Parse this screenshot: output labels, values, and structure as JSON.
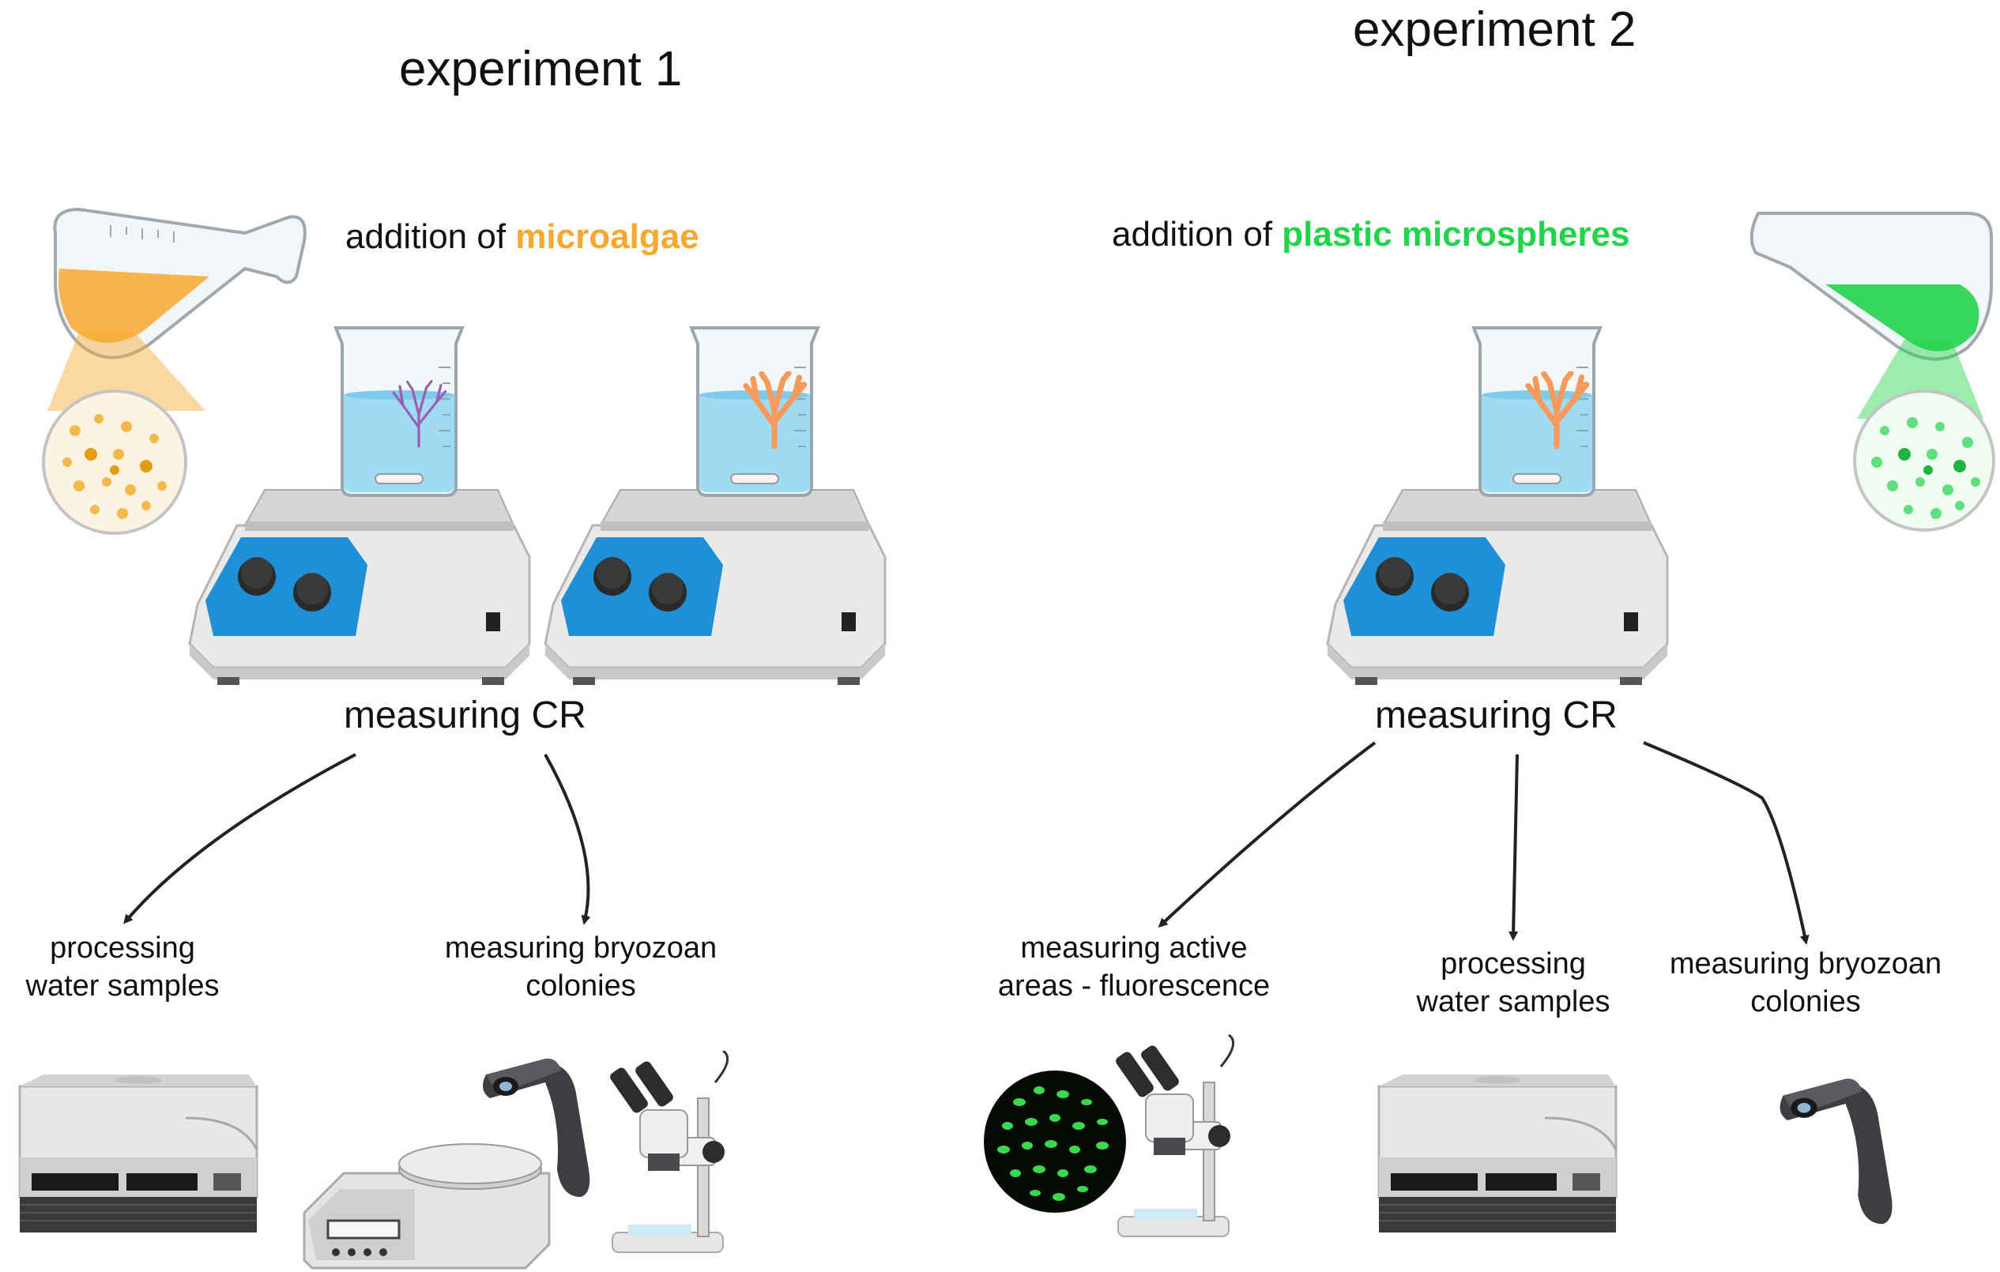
{
  "experiment1": {
    "title": "experiment 1",
    "addition_prefix": "addition of",
    "addition_highlight": "microalgae",
    "measuring": "measuring CR",
    "step_left": [
      "processing",
      "water samples"
    ],
    "step_right": [
      "measuring bryozoan",
      "colonies"
    ]
  },
  "experiment2": {
    "title": "experiment 2",
    "addition_prefix": "addition of",
    "addition_highlight": "plastic microspheres",
    "measuring": "measuring CR",
    "step_left": [
      "measuring active",
      "areas - fluorescence"
    ],
    "step_middle": [
      "processing",
      "water samples"
    ],
    "step_right": [
      "measuring bryozoan",
      "colonies"
    ]
  },
  "colors": {
    "microalgae": "#f7a830",
    "microspheres": "#21d44a",
    "hotplate_panel": "#1f8fd6",
    "water": "#9fdcf4",
    "bryozoan_purple": "#9a5fb0",
    "bryozoan_orange": "#f79a5c"
  }
}
